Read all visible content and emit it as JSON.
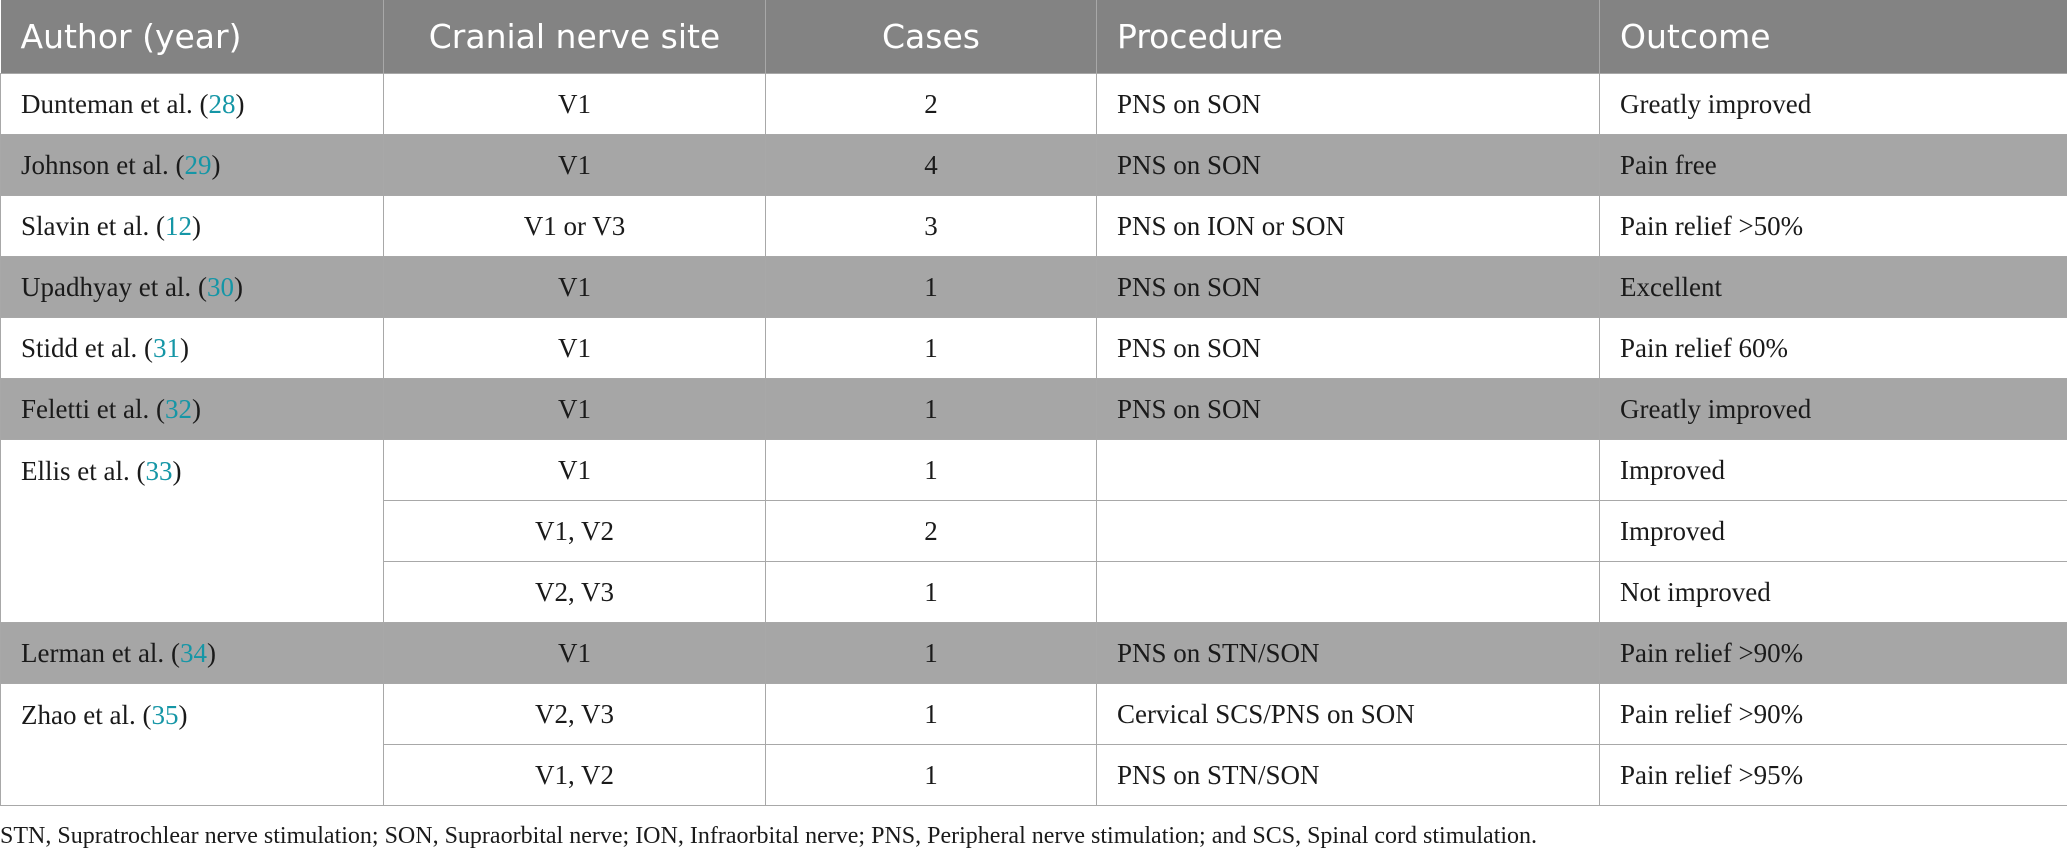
{
  "table": {
    "headers": [
      "Author (year)",
      "Cranial nerve site",
      "Cases",
      "Procedure",
      "Outcome"
    ],
    "rows": [
      {
        "author": "Dunteman et al.",
        "ref": "28",
        "site": "V1",
        "cases": "2",
        "procedure": "PNS on SON",
        "outcome": "Greatly improved"
      },
      {
        "author": "Johnson et al.",
        "ref": "29",
        "site": "V1",
        "cases": "4",
        "procedure": "PNS on SON",
        "outcome": "Pain free"
      },
      {
        "author": "Slavin et al.",
        "ref": "12",
        "site": "V1 or V3",
        "cases": "3",
        "procedure": "PNS on ION or SON",
        "outcome": "Pain relief >50%"
      },
      {
        "author": "Upadhyay et al.",
        "ref": "30",
        "site": "V1",
        "cases": "1",
        "procedure": "PNS on SON",
        "outcome": "Excellent"
      },
      {
        "author": "Stidd et al.",
        "ref": "31",
        "site": "V1",
        "cases": "1",
        "procedure": "PNS on SON",
        "outcome": "Pain relief 60%"
      },
      {
        "author": "Feletti et al.",
        "ref": "32",
        "site": "V1",
        "cases": "1",
        "procedure": "PNS on SON",
        "outcome": "Greatly improved"
      },
      {
        "author": "Ellis et al.",
        "ref": "33",
        "site": "V1",
        "cases": "1",
        "procedure": "",
        "outcome": "Improved"
      },
      {
        "site": "V1, V2",
        "cases": "2",
        "procedure": "",
        "outcome": "Improved"
      },
      {
        "site": "V2, V3",
        "cases": "1",
        "procedure": "",
        "outcome": "Not improved"
      },
      {
        "author": "Lerman et al.",
        "ref": "34",
        "site": "V1",
        "cases": "1",
        "procedure": "PNS on STN/SON",
        "outcome": "Pain relief >90%"
      },
      {
        "author": "Zhao et al.",
        "ref": "35",
        "site": "V2, V3",
        "cases": "1",
        "procedure": "Cervical SCS/PNS on SON",
        "outcome": "Pain relief >90%"
      },
      {
        "site": "V1, V2",
        "cases": "1",
        "procedure": "PNS on STN/SON",
        "outcome": "Pain relief >95%"
      }
    ]
  },
  "footnote": "STN, Supratrochlear nerve stimulation; SON, Supraorbital nerve; ION, Infraorbital nerve; PNS, Peripheral nerve stimulation; and SCS, Spinal cord stimulation.",
  "colors": {
    "header_bg": "#838383",
    "shaded_row_bg": "#a6a6a6",
    "reference_link": "#1596a6"
  }
}
